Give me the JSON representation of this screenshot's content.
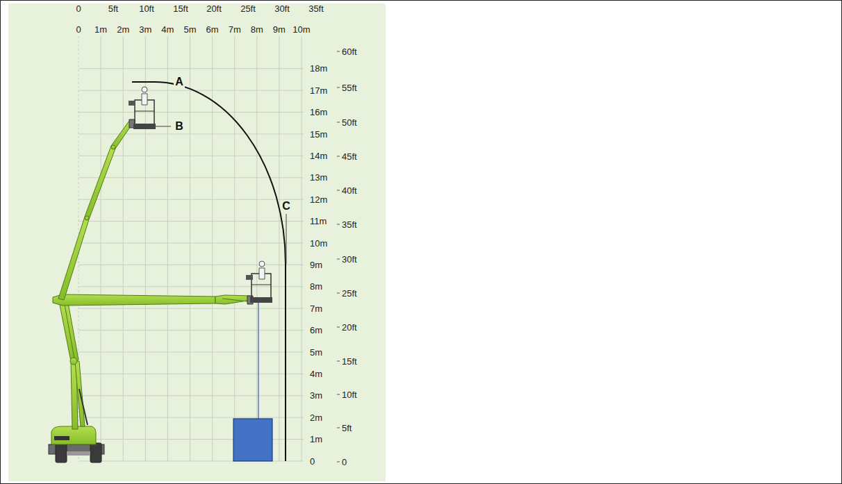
{
  "diagram": {
    "labels": [
      "0",
      "5ft",
      "10ft",
      "15ft",
      "20ft",
      "25ft",
      "30ft",
      "35ft",
      "0",
      "1m",
      "2m",
      "3m",
      "4m",
      "5m",
      "6m",
      "7m",
      "8m",
      "9m",
      "10m",
      "18m",
      "17m",
      "16m",
      "15m",
      "14m",
      "13m",
      "12m",
      "11m",
      "10m",
      "9m",
      "8m",
      "7m",
      "6m",
      "5m",
      "4m",
      "3m",
      "2m",
      "1m",
      "0",
      "60ft",
      "55ft",
      "50ft",
      "45ft",
      "40ft",
      "35ft",
      "30ft",
      "25ft",
      "20ft",
      "15ft",
      "10ft",
      "5ft",
      "0",
      "A",
      "B",
      "C"
    ]
  }
}
